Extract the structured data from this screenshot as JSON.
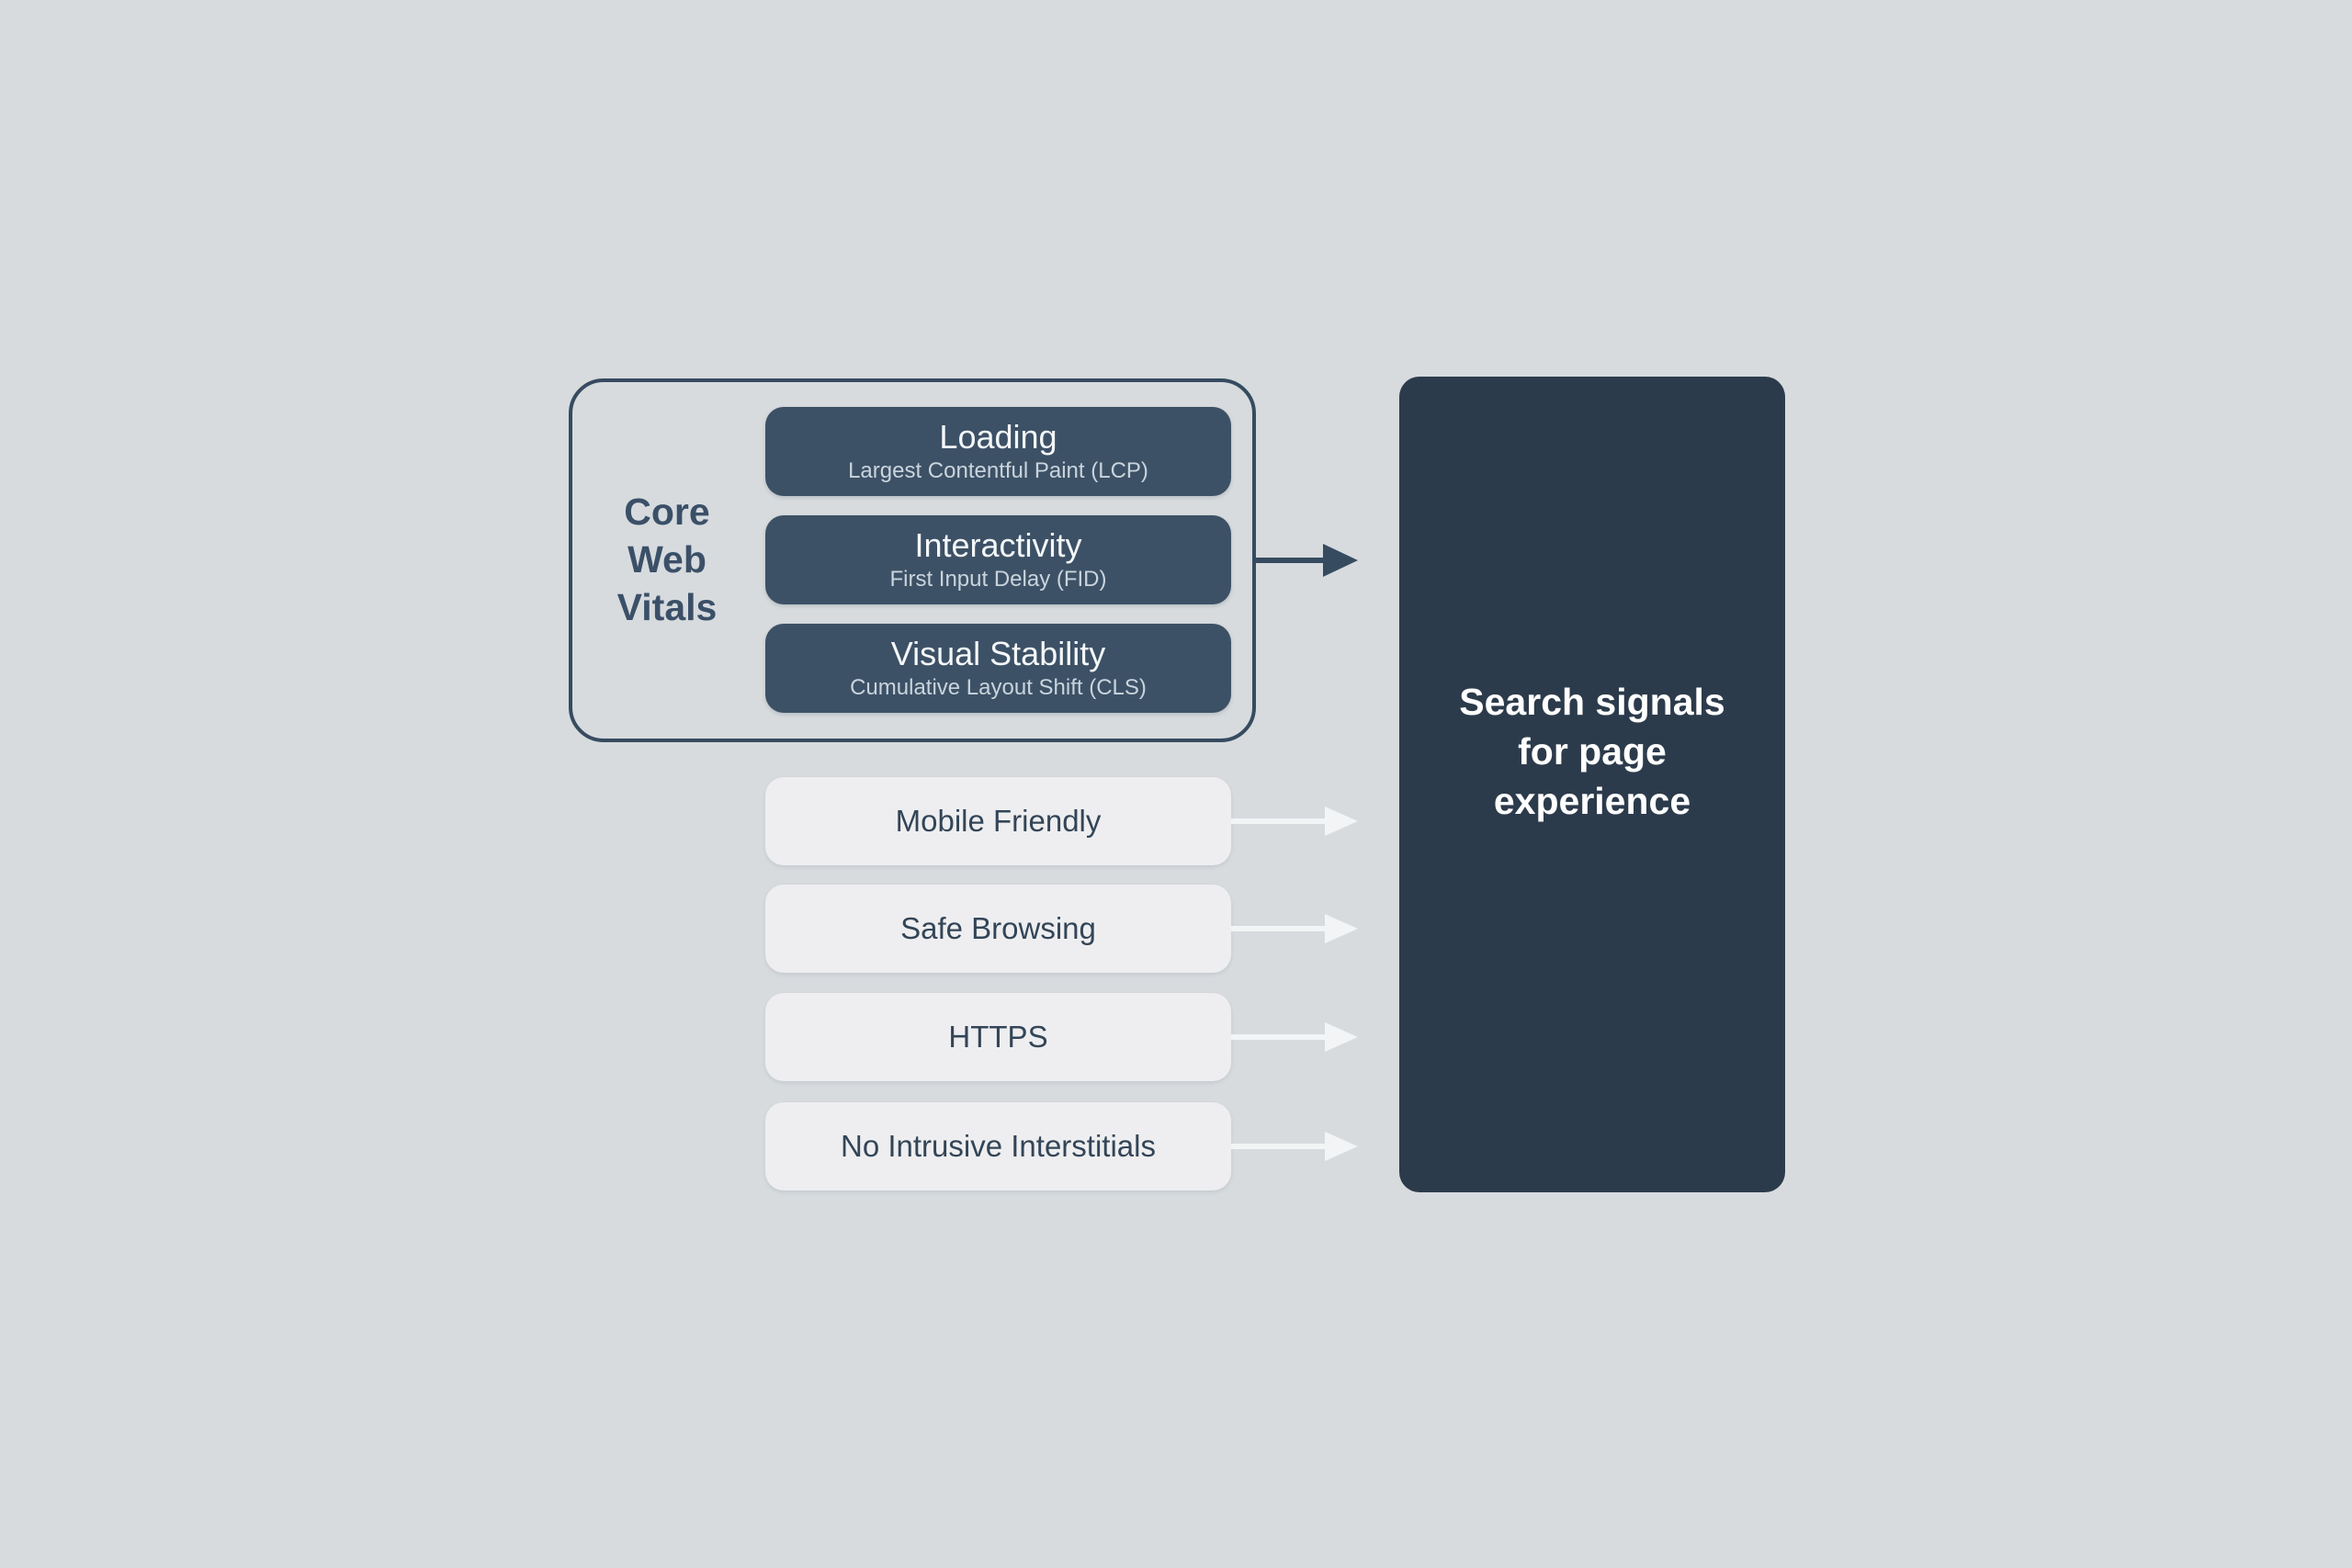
{
  "title": "Core Web Vitals search signals diagram",
  "colors": {
    "background": "#d7dbde",
    "outline": "#374b60",
    "metric_box": "#3d5166",
    "signal_box": "#eeeef0",
    "target_box": "#2c3b4b",
    "dark_text": "#3b5068",
    "signal_text": "#334557",
    "metric_title_text": "#f4f7f9",
    "metric_subtitle_text": "#c9d4dd",
    "target_text": "#ffffff",
    "white_arrow": "#f2f4f5"
  },
  "core_web_vitals": {
    "label": "Core Web Vitals",
    "label_lines": {
      "0": "Core",
      "1": "Web",
      "2": "Vitals"
    },
    "metrics": [
      {
        "title": "Loading",
        "subtitle": "Largest Contentful Paint (LCP)"
      },
      {
        "title": "Interactivity",
        "subtitle": "First Input Delay (FID)"
      },
      {
        "title": "Visual Stability",
        "subtitle": "Cumulative Layout Shift (CLS)"
      }
    ]
  },
  "other_signals": [
    {
      "label": "Mobile Friendly"
    },
    {
      "label": "Safe Browsing"
    },
    {
      "label": "HTTPS"
    },
    {
      "label": "No Intrusive Interstitials"
    }
  ],
  "target": {
    "label": "Search signals for page experience",
    "label_lines": {
      "0": "Search signals",
      "1": "for page",
      "2": "experience"
    }
  }
}
